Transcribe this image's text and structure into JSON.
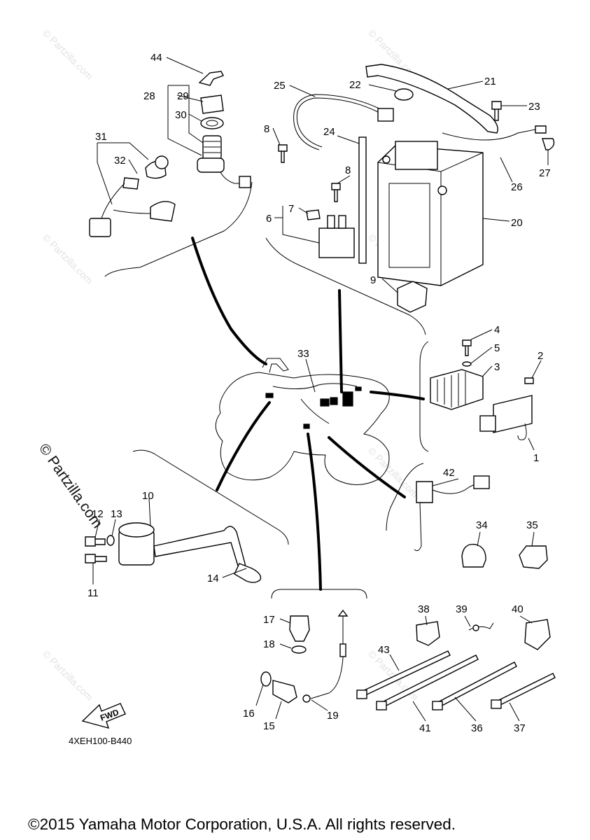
{
  "diagram": {
    "part_labels": [
      "44",
      "29",
      "28",
      "30",
      "31",
      "32",
      "25",
      "22",
      "21",
      "23",
      "8",
      "24",
      "8",
      "27",
      "26",
      "20",
      "7",
      "6",
      "9",
      "4",
      "5",
      "3",
      "2",
      "1",
      "33",
      "10",
      "12",
      "13",
      "11",
      "14",
      "42",
      "34",
      "35",
      "17",
      "18",
      "16",
      "15",
      "19",
      "38",
      "39",
      "40",
      "43",
      "41",
      "36",
      "37"
    ],
    "fwd_label": "FWD",
    "diagram_code": "4XEH100-B440",
    "watermark_small": "© Partzilla.com",
    "watermark_large": "© Partzilla.com",
    "copyright": "©2015 Yamaha Motor Corporation, U.S.A. All rights reserved."
  }
}
